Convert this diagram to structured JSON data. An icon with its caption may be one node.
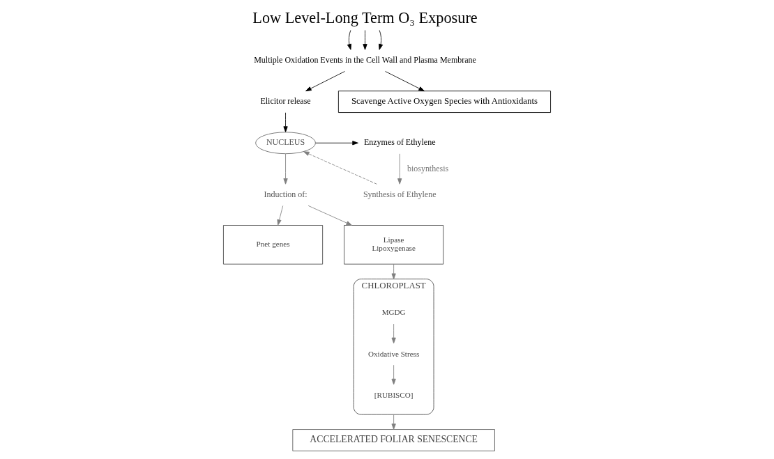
{
  "diagram": {
    "nodes": [
      {
        "text": [
          "Low Level-Long Term O₃ Exposure"
        ]
      },
      {
        "text": [
          "Multiple Oxidation Events in the Cell Wall and Plasma Membrane"
        ]
      },
      {
        "text": [
          "Elicitor release"
        ]
      },
      {
        "text": [
          "Scavenge Active Oxygen Species with Antioxidants"
        ]
      },
      {
        "text": [
          "NUCLEUS"
        ]
      },
      {
        "text": [
          "Enzymes of Ethylene"
        ]
      },
      {
        "text": [
          "Synthesis of Ethylene"
        ]
      },
      {
        "text": [
          "Induction of:"
        ]
      },
      {
        "text": [
          "Pnet genes"
        ]
      },
      {
        "text": [
          "Lipase",
          "Lipoxygenase"
        ]
      },
      {
        "text": [
          "CHLOROPLAST"
        ]
      },
      {
        "text": [
          "MGDG"
        ],
        "in": 10
      },
      {
        "text": [
          "Oxidative Stress"
        ],
        "in": 10
      },
      {
        "text": [
          "[RUBISCO]"
        ],
        "in": 10
      },
      {
        "text": [
          "ACCELERATED FOLIAR SENESCENCE"
        ]
      }
    ],
    "edges": [
      {
        "from": 0,
        "to": 1,
        "arrow": "to",
        "color": "#000000"
      },
      {
        "from": 0,
        "to": 1,
        "arrow": "to",
        "color": "#000000"
      },
      {
        "from": 0,
        "to": 1,
        "arrow": "to",
        "color": "#000000"
      },
      {
        "from": 1,
        "to": 2,
        "arrow": "to",
        "color": "#000000"
      },
      {
        "from": 1,
        "to": 3,
        "arrow": "to",
        "color": "#000000"
      },
      {
        "from": 2,
        "to": 4,
        "arrow": "to",
        "color": "#000000"
      },
      {
        "from": 4,
        "to": 5,
        "arrow": "to",
        "color": "#000000"
      },
      {
        "from": 5,
        "to": 6,
        "arrow": "to",
        "label": "biosynthesis"
      },
      {
        "from": 6,
        "to": 4,
        "arrow": "to",
        "style": "dashed"
      },
      {
        "from": 4,
        "to": 7,
        "arrow": "to"
      },
      {
        "from": 7,
        "to": 8,
        "arrow": "to"
      },
      {
        "from": 7,
        "to": 9,
        "arrow": "to"
      },
      {
        "from": 9,
        "to": 10,
        "arrow": "to"
      },
      {
        "from": 11,
        "to": 12,
        "arrow": "to"
      },
      {
        "from": 12,
        "to": 13,
        "arrow": "to"
      },
      {
        "from": 10,
        "to": 14,
        "arrow": "to"
      }
    ]
  }
}
